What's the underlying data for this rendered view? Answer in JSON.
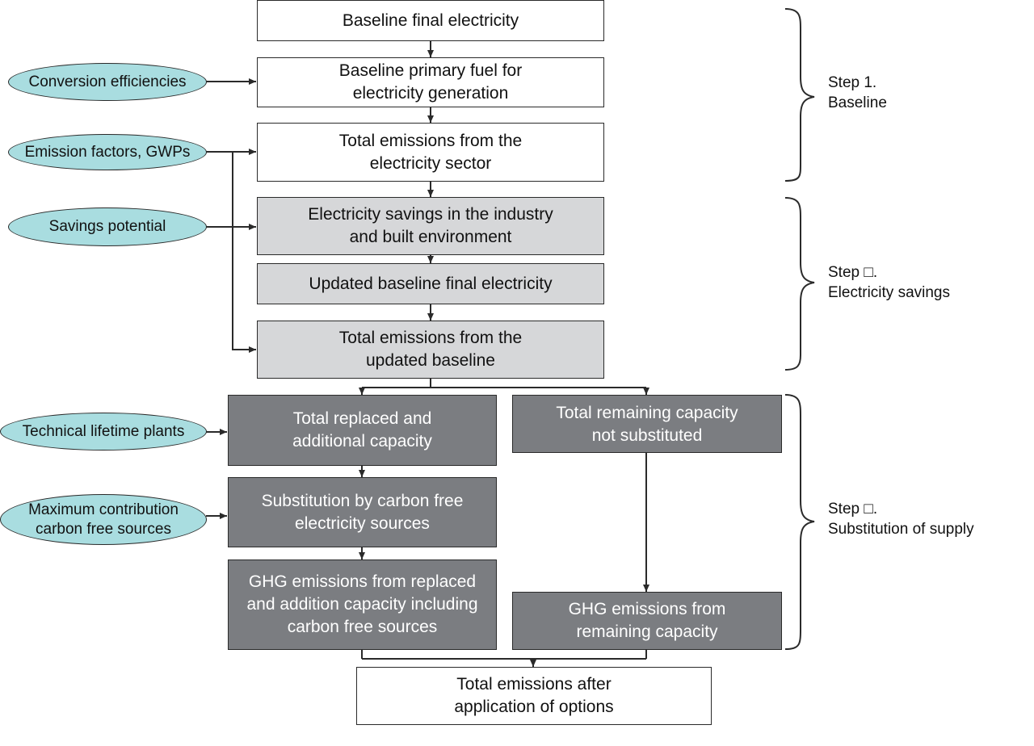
{
  "boxes": {
    "baseline_final": "Baseline final electricity",
    "baseline_primary": "Baseline primary fuel for\nelectricity generation",
    "total_emissions_sector": "Total emissions from the\nelectricity sector",
    "electricity_savings": "Electricity savings in the industry\nand built environment",
    "updated_baseline": "Updated baseline final electricity",
    "total_emissions_updated": "Total emissions from the\nupdated baseline",
    "replaced_additional": "Total replaced and\nadditional capacity",
    "remaining_capacity": "Total remaining capacity\nnot substituted",
    "substitution": "Substitution by carbon free\nelectricity sources",
    "ghg_replaced": "GHG emissions from replaced\nand addition capacity including\ncarbon free sources",
    "ghg_remaining": "GHG emissions from\nremaining capacity",
    "total_after": "Total emissions after\napplication of options"
  },
  "inputs": {
    "conversion": "Conversion efficiencies",
    "emission_factors": "Emission factors, GWPs",
    "savings_potential": "Savings potential",
    "technical_lifetime": "Technical lifetime plants",
    "max_contribution": "Maximum contribution\ncarbon free sources"
  },
  "steps": {
    "step1": {
      "title": "Step 1.",
      "subtitle": "Baseline"
    },
    "step2": {
      "title": "Step □.",
      "subtitle": "Electricity savings"
    },
    "step3": {
      "title": "Step □.",
      "subtitle": "Substitution of supply"
    }
  },
  "colors": {
    "oval_fill": "#a9dde0",
    "light_box": "#d6d7d9",
    "dark_box": "#7b7d81",
    "line": "#2a2a2a"
  }
}
